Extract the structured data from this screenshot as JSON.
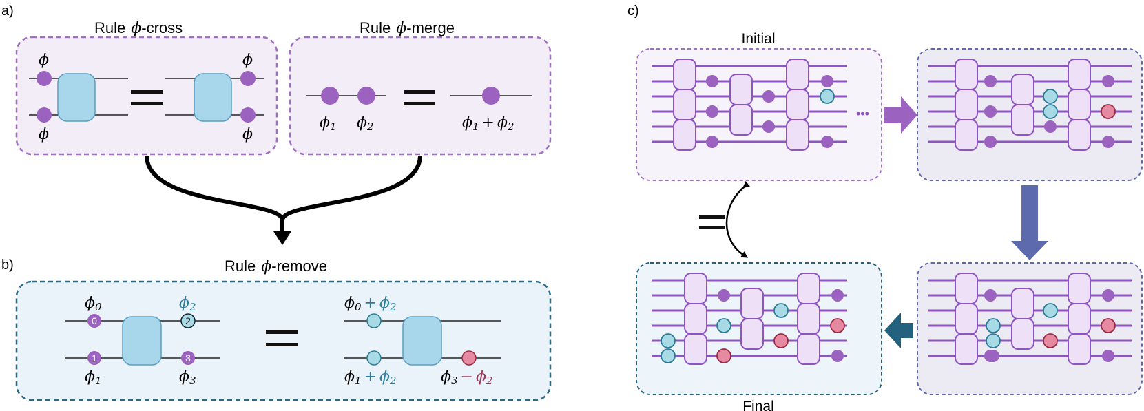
{
  "panels": {
    "a": {
      "label": "a)"
    },
    "b": {
      "label": "b)"
    },
    "c": {
      "label": "c)"
    }
  },
  "rules": {
    "cross": {
      "word": "Rule",
      "sym": "ϕ",
      "suffix": "-cross"
    },
    "merge": {
      "word": "Rule",
      "sym": "ϕ",
      "suffix": "-merge"
    },
    "remove": {
      "word": "Rule",
      "sym": "ϕ",
      "suffix": "-remove"
    }
  },
  "cross_labels": {
    "phi": "ϕ"
  },
  "merge_labels": {
    "phi1": "ϕ",
    "sub1": "1",
    "phi2": "ϕ",
    "sub2": "2",
    "sum": "+"
  },
  "remove_labels": {
    "phi": "ϕ",
    "s0": "0",
    "s1": "1",
    "s2": "2",
    "s3": "3",
    "plus": "+",
    "minus": "−",
    "node_numbers": [
      "0",
      "2",
      "1",
      "3"
    ]
  },
  "circuit_labels": {
    "initial": "Initial",
    "final": "Final",
    "ellipsis": "•••"
  },
  "colors": {
    "purple": "#9B63BF",
    "purple_line": "#8E55C2",
    "blue_node": "#A8DAE6",
    "blue_node_stroke": "#2C7B97",
    "red_node": "#E58AA0",
    "red_node_stroke": "#9E2A45",
    "gate_blue": "#A8D6EA",
    "panel_purple_bg": "#F2EDF6",
    "panel_blue_bg": "#EBF3FA",
    "teal_text": "#2E7F9B",
    "red_text": "#9E3556",
    "arrow_purple": "#9B63BF",
    "arrow_indigo": "#5E6AAE",
    "arrow_teal": "#24617F"
  }
}
